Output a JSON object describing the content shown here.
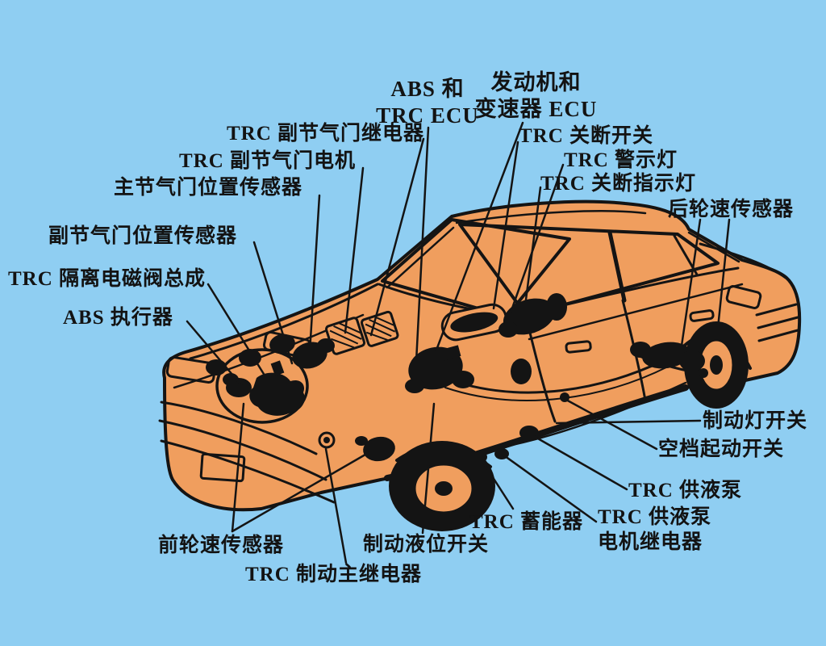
{
  "colors": {
    "background": "#8FCEF2",
    "car_body": "#F09E5E",
    "line": "#141414",
    "text": "#131313"
  },
  "diagram_title": "",
  "labels": [
    {
      "id": "abs-trc-ecu",
      "text": "ABS 和\nTRC ECU"
    },
    {
      "id": "engine-trans-ecu",
      "text": "发动机和\n变速器 ECU"
    },
    {
      "id": "trc-sub-throttle-relay",
      "text": "TRC 副节气门继电器"
    },
    {
      "id": "trc-sub-throttle-motor",
      "text": "TRC 副节气门电机"
    },
    {
      "id": "main-throttle-position-sensor",
      "text": "主节气门位置传感器"
    },
    {
      "id": "sub-throttle-position-sensor",
      "text": "副节气门位置传感器"
    },
    {
      "id": "trc-isolation-solenoid-assembly",
      "text": "TRC 隔离电磁阀总成"
    },
    {
      "id": "abs-actuator",
      "text": "ABS 执行器"
    },
    {
      "id": "trc-cutoff-switch",
      "text": "TRC 关断开关"
    },
    {
      "id": "trc-warning-light",
      "text": "TRC 警示灯"
    },
    {
      "id": "trc-cutoff-indicator",
      "text": "TRC 关断指示灯"
    },
    {
      "id": "rear-wheel-speed-sensor",
      "text": "后轮速传感器"
    },
    {
      "id": "brake-light-switch",
      "text": "制动灯开关"
    },
    {
      "id": "neutral-start-switch",
      "text": "空档起动开关"
    },
    {
      "id": "trc-supply-pump",
      "text": "TRC 供液泵"
    },
    {
      "id": "trc-supply-pump-motor-relay",
      "text": "TRC 供液泵\n电机继电器"
    },
    {
      "id": "trc-accumulator",
      "text": "TRC 蓄能器"
    },
    {
      "id": "brake-fluid-level-switch",
      "text": "制动液位开关"
    },
    {
      "id": "front-wheel-speed-sensor",
      "text": "前轮速传感器"
    },
    {
      "id": "trc-brake-master-relay",
      "text": "TRC 制动主继电器"
    }
  ]
}
